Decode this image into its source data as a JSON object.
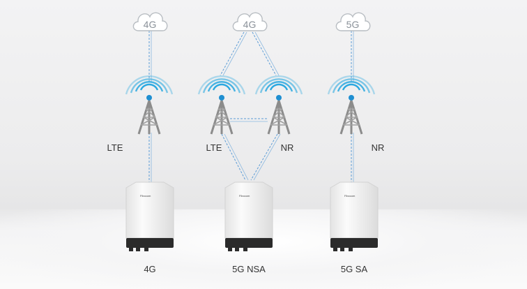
{
  "columns": [
    {
      "cloud_label": "4G",
      "tower_labels": [
        "LTE"
      ],
      "device_label": "4G",
      "device_brand": "Fibocom"
    },
    {
      "cloud_label": "4G",
      "tower_labels": [
        "LTE",
        "NR"
      ],
      "device_label": "5G NSA",
      "device_brand": "Fibocom"
    },
    {
      "cloud_label": "5G",
      "tower_labels": [
        "NR"
      ],
      "device_label": "5G SA",
      "device_brand": "Fibocom"
    }
  ],
  "colors": {
    "link_line": "#5a9bd6",
    "signal_blue": "#29a8e0",
    "tower_gray": "#8c8c8c",
    "cloud_stroke": "#b8bdc2",
    "device_body": "#f7f7f7",
    "device_base": "#2b2b2b"
  },
  "icons": [
    "cloud-icon",
    "signal-waves-icon",
    "cell-tower-icon",
    "cpe-router-device"
  ]
}
